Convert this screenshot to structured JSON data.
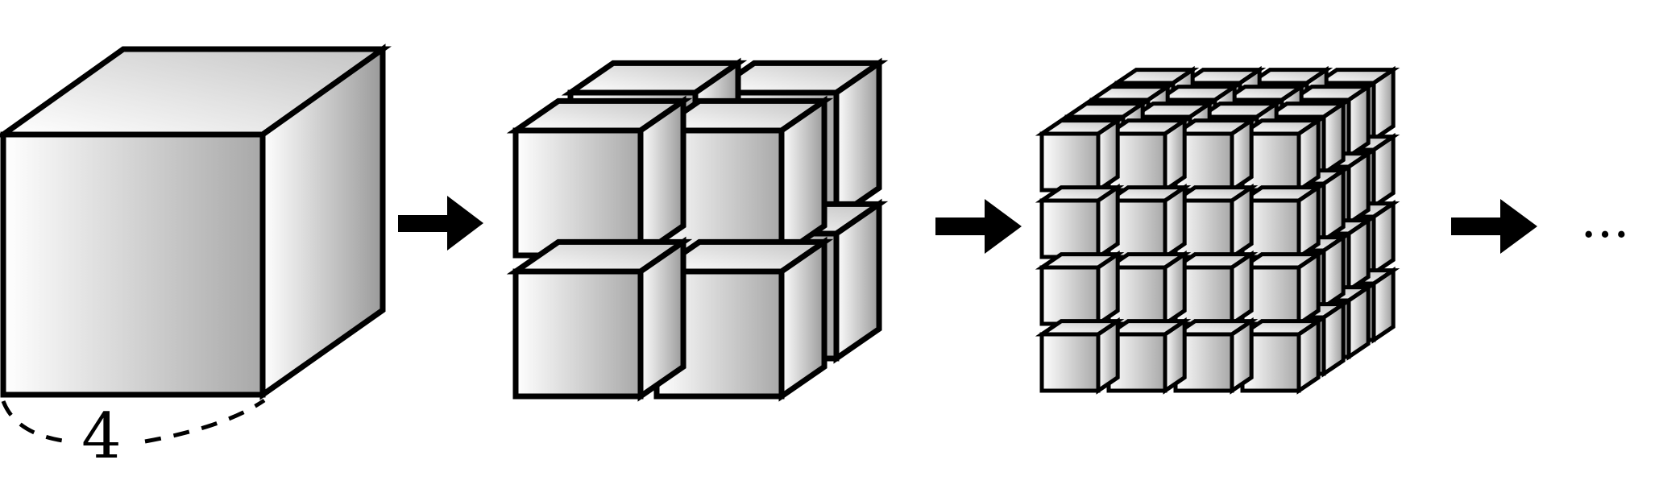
{
  "diagram": {
    "side_length_label": "4",
    "ellipsis": "...",
    "stages": [
      {
        "subdivisions": 1
      },
      {
        "subdivisions": 2
      },
      {
        "subdivisions": 4
      }
    ],
    "colors": {
      "stroke": "#000000",
      "face_light": "#ffffff",
      "face_dark": "#9a9a9a",
      "top_light": "#ffffff",
      "top_dark": "#c8c8c8"
    }
  }
}
